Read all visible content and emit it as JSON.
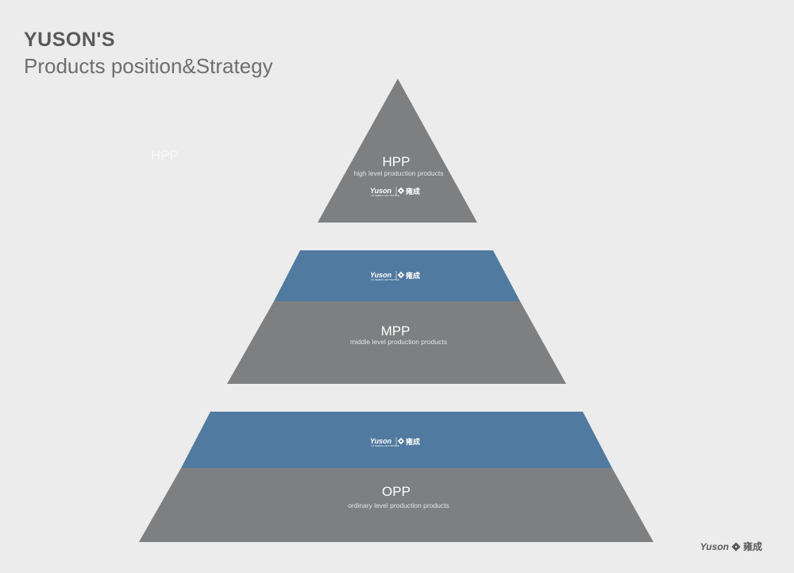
{
  "header": {
    "title": "YUSON'S",
    "subtitle": "Products position&Strategy",
    "ghost_label": "HPP"
  },
  "colors": {
    "tier_gray": "#7e7f80",
    "tier_blue": "#507aa0",
    "background": "#ececec"
  },
  "brand": {
    "name_en": "Yuson",
    "name_cn": "雍成",
    "tagline": "YU SHENG HAU TEXTILE"
  },
  "tiers": [
    {
      "abbr": "HPP",
      "description": "high level production products"
    },
    {
      "abbr": "MPP",
      "description": "middle level production products"
    },
    {
      "abbr": "OPP",
      "description": "ordinary level production products"
    }
  ]
}
